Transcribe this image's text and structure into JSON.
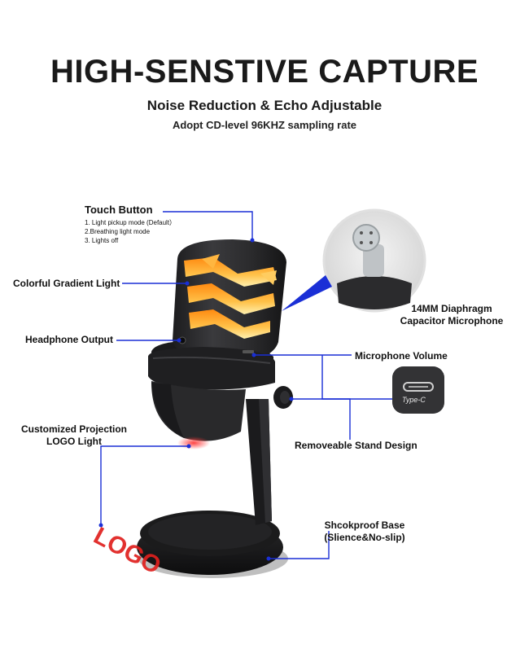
{
  "header": {
    "title": "HIGH-SENSTIVE CAPTURE",
    "subtitle": "Noise Reduction & Echo Adjustable",
    "tagline": "Adopt CD-level 96KHZ sampling rate"
  },
  "touch_button": {
    "title": "Touch Button",
    "items": [
      "1. Light pickup mode (Default）",
      "2.Breathing light mode",
      "3. Lights off"
    ]
  },
  "labels": {
    "gradient_light": "Colorful Gradient Light",
    "headphone": "Headphone Output",
    "projection_line1": "Customized Projection",
    "projection_line2": "LOGO Light",
    "diaphragm_line1": "14MM Diaphragm",
    "diaphragm_line2": "Capacitor Microphone",
    "mic_volume": "Microphone Volume",
    "stand": "Removeable Stand Design",
    "base_line1": "Shcokproof Base",
    "base_line2": "(Slience&No-slip)",
    "typec": "Type-C",
    "logo": "LOGO"
  },
  "colors": {
    "callout_line": "#1a2fd6",
    "mic_body": "#2b2b2d",
    "light_orange": "#ff9d1f",
    "light_yellow": "#ffe28a",
    "logo_red": "#e0201e"
  }
}
